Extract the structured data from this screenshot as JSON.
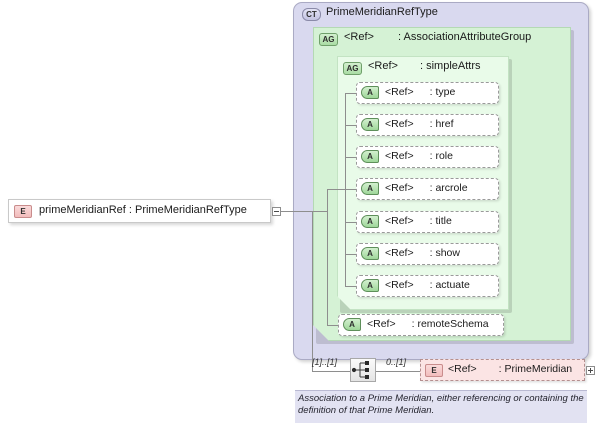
{
  "diagram": {
    "type": "xsd-complex-type-diagram",
    "complex_type": {
      "badge": "CT",
      "name": "PrimeMeridianRefType"
    },
    "attribute_group_outer": {
      "badge": "AG",
      "ref": "<Ref>",
      "name": ": AssociationAttributeGroup"
    },
    "attribute_group_inner": {
      "badge": "AG",
      "ref": "<Ref>",
      "name": ": simpleAttrs"
    },
    "attributes": [
      {
        "badge": "A",
        "ref": "<Ref>",
        "name": ": type"
      },
      {
        "badge": "A",
        "ref": "<Ref>",
        "name": ": href"
      },
      {
        "badge": "A",
        "ref": "<Ref>",
        "name": ": role"
      },
      {
        "badge": "A",
        "ref": "<Ref>",
        "name": ": arcrole"
      },
      {
        "badge": "A",
        "ref": "<Ref>",
        "name": ": title"
      },
      {
        "badge": "A",
        "ref": "<Ref>",
        "name": ": show"
      },
      {
        "badge": "A",
        "ref": "<Ref>",
        "name": ": actuate"
      }
    ],
    "remote_schema_attribute": {
      "badge": "A",
      "ref": "<Ref>",
      "name": ": remoteSchema"
    },
    "root_element": {
      "badge": "E",
      "label": "primeMeridianRef : PrimeMeridianRefType",
      "collapse_control": "minus"
    },
    "sequence": {
      "icon": "sequence-compositor-icon",
      "occurs_left": "[1]..[1]",
      "occurs_right": "0..[1]"
    },
    "child_element": {
      "badge": "E",
      "ref": "<Ref>",
      "name": ": PrimeMeridian",
      "expand_control": "plus"
    },
    "annotation": "Association to a Prime Meridian, either referencing or containing the definition of that Prime Meridian."
  },
  "colors": {
    "complex_type_bg": "#d9d9ef",
    "attr_group_outer_bg": "#d5f2d5",
    "attr_group_inner_bg": "#e9fbe9",
    "element_badge_bg": "#f2bcbc",
    "element_ref_bg": "#fbe4e4",
    "annotation_bg": "#e2e2f2",
    "connector": "#8e8e8e"
  }
}
